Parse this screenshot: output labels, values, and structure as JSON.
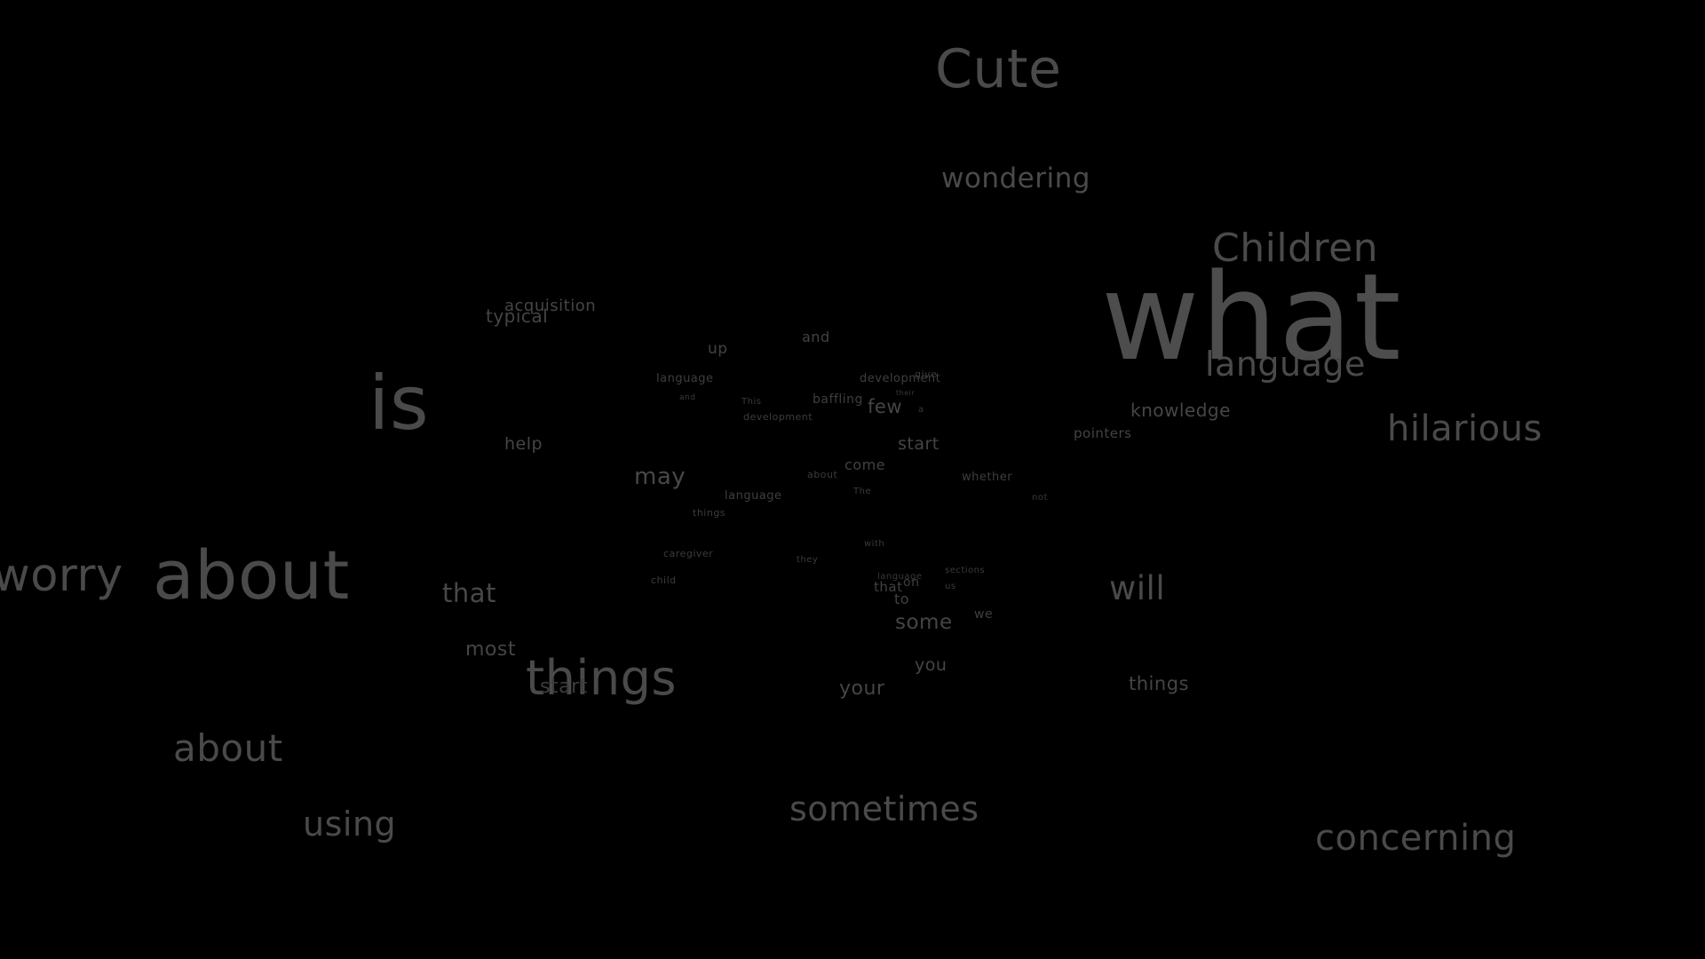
{
  "colors": {
    "background": "#000000",
    "text_near": "#4f4f4f",
    "text_mid": "#454545",
    "text_far": "#3a3a3a"
  },
  "words": [
    "Cute",
    "wondering",
    "Children",
    "what",
    "language",
    "hilarious",
    "knowledge",
    "pointers",
    "is",
    "acquisition",
    "typical",
    "up",
    "and",
    "language",
    "development",
    "give",
    "their",
    "and",
    "This",
    "development",
    "baffling",
    "few",
    "a",
    "start",
    "help",
    "may",
    "about",
    "come",
    "whether",
    "not",
    "language",
    "The",
    "things",
    "with",
    "caregiver",
    "they",
    "language",
    "sections",
    "child",
    "that",
    "on",
    "us",
    "to",
    "worry",
    "about",
    "that",
    "will",
    "some",
    "we",
    "most",
    "things",
    "start",
    "you",
    "your",
    "things",
    "about",
    "using",
    "sometimes",
    "concerning"
  ]
}
